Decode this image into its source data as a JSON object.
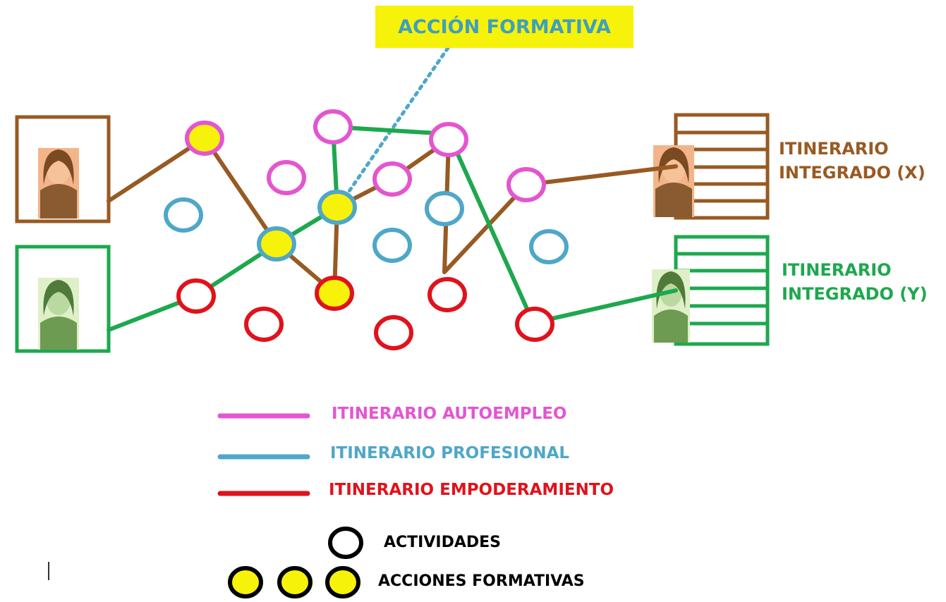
{
  "callout": {
    "label": "ACCIÓN FORMATIVA"
  },
  "itineraries": {
    "x": {
      "line1": "ITINERARIO",
      "line2": "INTEGRADO (X)"
    },
    "y": {
      "line1": "ITINERARIO",
      "line2": "INTEGRADO (Y)"
    }
  },
  "legend": {
    "lines": [
      {
        "label": "ITINERARIO AUTOEMPLEO",
        "color": "#e455d0"
      },
      {
        "label": "ITINERARIO PROFESIONAL",
        "color": "#4fa7c8"
      },
      {
        "label": "ITINERARIO EMPODERAMIENTO",
        "color": "#e0121b"
      }
    ],
    "activities": "ACTIVIDADES",
    "formative_actions": "ACCIONES FORMATIVAS"
  },
  "colors": {
    "brown": "#985a23",
    "green": "#1ea84e",
    "magenta": "#e455d0",
    "blue": "#4fa7c8",
    "red": "#e0121b",
    "yellow": "#f7f20a",
    "callout_text": "#3e9fbf"
  },
  "icons": {
    "person_x": "woman-portrait-icon",
    "person_y": "woman-portrait-icon"
  }
}
